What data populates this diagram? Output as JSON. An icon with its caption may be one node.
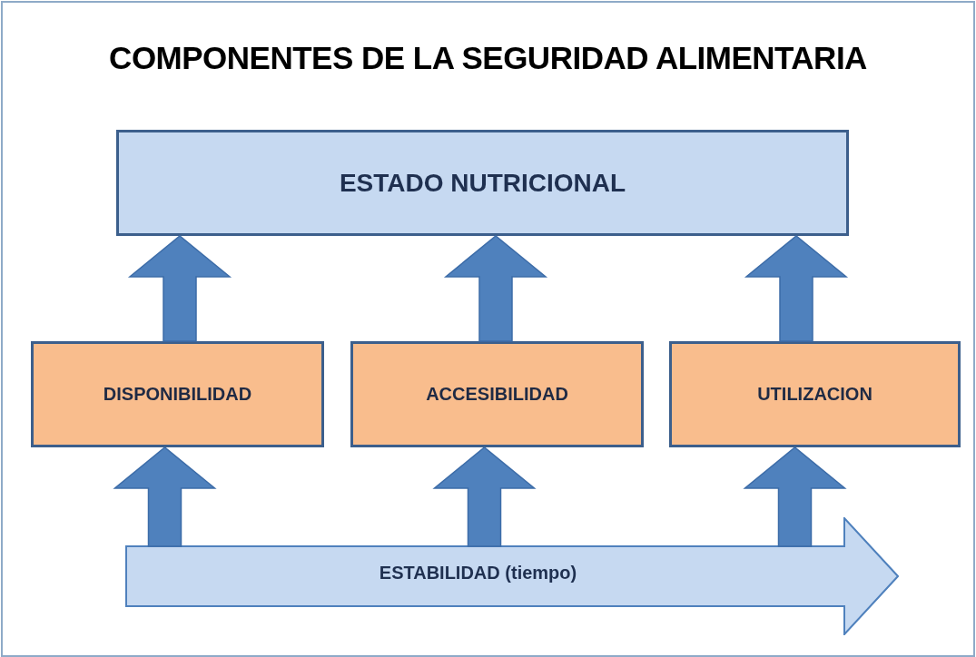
{
  "diagram": {
    "title": "COMPONENTES DE LA SEGURIDAD ALIMENTARIA",
    "nodes": [
      {
        "text": [
          "ESTADO NUTRICIONAL"
        ]
      },
      {
        "text": [
          "DISPONIBILIDAD"
        ]
      },
      {
        "text": [
          "ACCESIBILIDAD"
        ]
      },
      {
        "text": [
          "UTILIZACION"
        ]
      },
      {
        "text": [
          "ESTABILIDAD (tiempo)"
        ]
      }
    ],
    "edges": [
      {
        "from": 1,
        "to": 0,
        "arrow": "to"
      },
      {
        "from": 2,
        "to": 0,
        "arrow": "to"
      },
      {
        "from": 3,
        "to": 0,
        "arrow": "to"
      },
      {
        "from": 4,
        "to": 1,
        "arrow": "to"
      },
      {
        "from": 4,
        "to": 2,
        "arrow": "to"
      },
      {
        "from": 4,
        "to": 3,
        "arrow": "to"
      }
    ]
  }
}
